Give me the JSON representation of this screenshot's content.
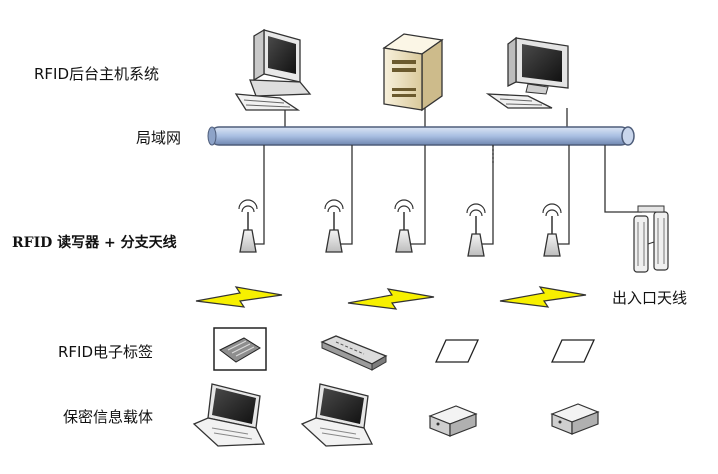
{
  "labels": {
    "host_system": "RFID后台主机系统",
    "lan": "局域网",
    "reader_antenna": "RFID 读写器 + 分支天线",
    "gate_antenna": "出入口天线",
    "tags": "RFID电子标签",
    "carriers": "保密信息载体"
  },
  "icons": {
    "pipe": "network-bus-icon",
    "desktop": "desktop-computer-icon",
    "server": "server-tower-icon",
    "monitor": "monitor-computer-icon",
    "reader": "rfid-reader-antenna-icon",
    "gate": "gate-antenna-icon",
    "signal": "wireless-signal-icon",
    "tag": "rfid-tag-icon",
    "laptop": "laptop-icon",
    "drive": "external-drive-icon"
  },
  "colors": {
    "pipe": "#b4c7e7",
    "pipe_edge": "#4e5d7a",
    "lightning": "#f7f000",
    "server": "#efe4c3"
  }
}
